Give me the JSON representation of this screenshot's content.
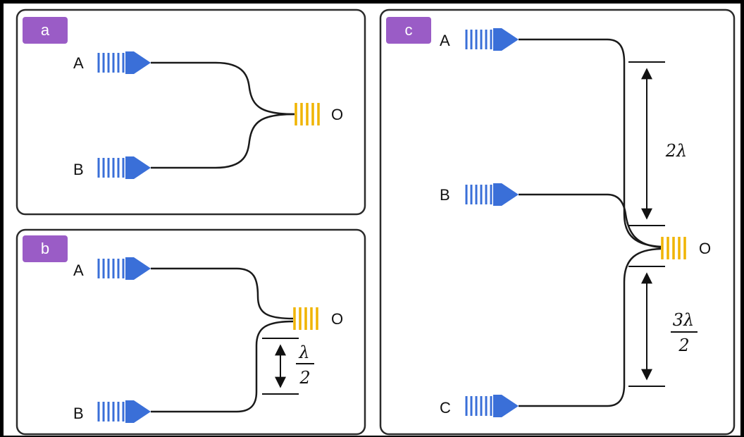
{
  "panels": [
    {
      "tag": "a",
      "ports_in": [
        "A",
        "B"
      ],
      "port_out": "O"
    },
    {
      "tag": "b",
      "ports_in": [
        "A",
        "B"
      ],
      "port_out": "O",
      "offset": {
        "numerator": "λ",
        "denominator": "2"
      }
    },
    {
      "tag": "c",
      "ports_in": [
        "A",
        "B",
        "C"
      ],
      "port_out": "O",
      "offset_upper": "2λ",
      "offset_lower": {
        "numerator": "3λ",
        "denominator": "2"
      }
    }
  ],
  "colors": {
    "tag": "#9a5cc6",
    "input_grating": "#3a6fd8",
    "output_grating": "#f0b400"
  }
}
